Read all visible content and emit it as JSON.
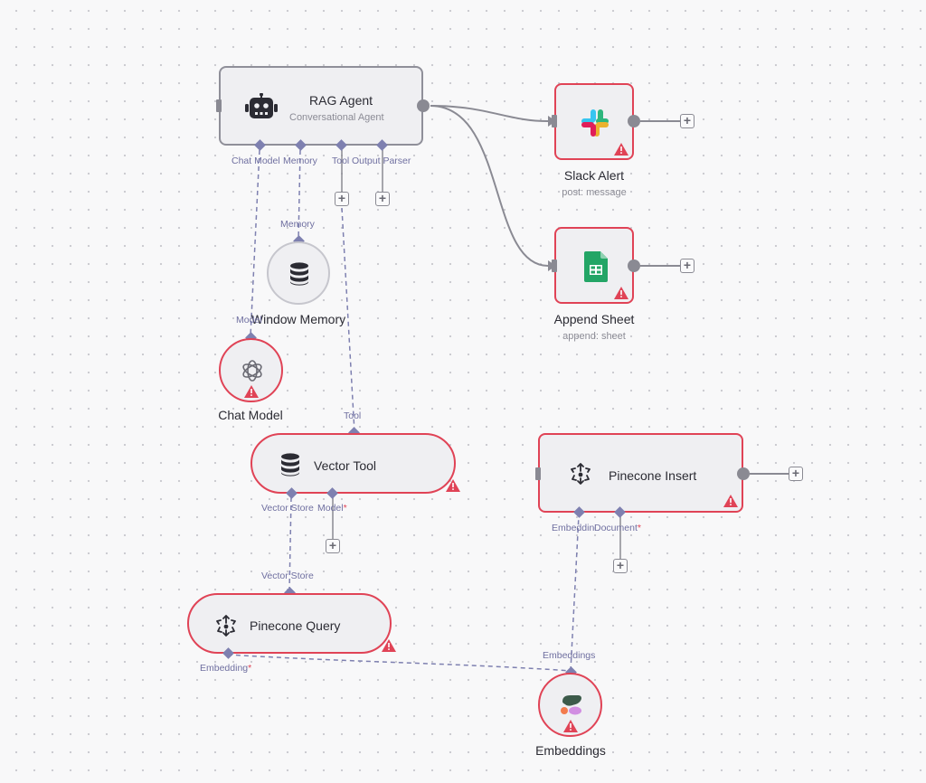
{
  "nodes": {
    "rag_agent": {
      "title": "RAG Agent",
      "subtitle": "Conversational Agent"
    },
    "slack_alert": {
      "title": "Slack Alert",
      "subtitle": "post: message"
    },
    "append_sheet": {
      "title": "Append Sheet",
      "subtitle": "append: sheet"
    },
    "window_memory": {
      "title": "Window Memory"
    },
    "chat_model": {
      "title": "Chat Model"
    },
    "vector_tool": {
      "title": "Vector Tool"
    },
    "pinecone_insert": {
      "title": "Pinecone Insert"
    },
    "pinecone_query": {
      "title": "Pinecone Query"
    },
    "embeddings": {
      "title": "Embeddings"
    }
  },
  "ports": {
    "agent_chat_model": "Chat Model",
    "agent_memory": "Memory",
    "agent_tool": "Tool",
    "agent_output_parser": "Output Parser",
    "memory_in": "Memory",
    "chat_model_in": "Model",
    "vector_tool_in": "Tool",
    "vector_tool_vector_store": "Vector Store",
    "vector_tool_model": "Model",
    "pinecone_query_in": "Vector Store",
    "pinecone_query_embedding": "Embedding",
    "pinecone_insert_embedding": "Embedding",
    "pinecone_insert_document": "Document",
    "embeddings_in": "Embeddings",
    "required_mark": "*"
  },
  "icons": {
    "agent": "robot-icon",
    "slack": "slack-icon",
    "sheets": "google-sheets-icon",
    "memory": "database-icon",
    "chat_model": "openai-icon",
    "vector_tool": "database-icon",
    "pinecone": "pinecone-icon",
    "embeddings": "cohere-icon",
    "warning": "warning-icon",
    "add": "plus-icon"
  },
  "colors": {
    "error_border": "#e04356",
    "node_border": "#8f8f99",
    "port": "#7e80b0",
    "wire": "#8a8a93"
  }
}
